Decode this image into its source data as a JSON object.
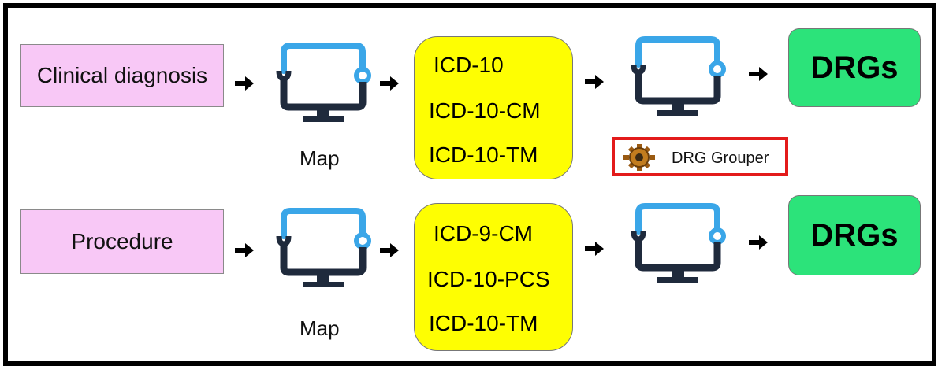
{
  "rows": [
    {
      "input_label": "Clinical diagnosis",
      "map_label": "Map",
      "codes": [
        "ICD-10",
        "ICD-10-CM",
        "ICD-10-TM"
      ],
      "output_label": "DRGs"
    },
    {
      "input_label": "Procedure",
      "map_label": "Map",
      "codes": [
        "ICD-9-CM",
        "ICD-10-PCS",
        "ICD-10-TM"
      ],
      "output_label": "DRGs"
    }
  ],
  "grouper": {
    "label": "DRG Grouper",
    "icon": "gear-icon"
  },
  "colors": {
    "input_fill": "#f8c8f6",
    "codes_fill": "#fefe02",
    "output_fill": "#2ce37a",
    "monitor_frame": "#1f2a3c",
    "monitor_accent": "#3aa6e8",
    "grouper_border": "#e31b1b"
  }
}
